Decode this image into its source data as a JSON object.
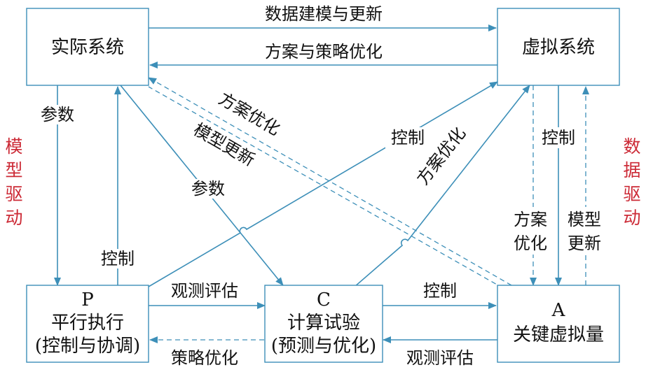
{
  "nodes": {
    "real": {
      "line1": "实际系统"
    },
    "virtual": {
      "line1": "虚拟系统"
    },
    "p": {
      "line1": "P",
      "line2": "平行执行",
      "line3": "(控制与协调)"
    },
    "c": {
      "line1": "C",
      "line2": "计算试验",
      "line3": "(预测与优化)"
    },
    "a": {
      "line1": "A",
      "line2": "关键虚拟量"
    }
  },
  "edges": {
    "real_to_virtual": "数据建模与更新",
    "virtual_to_real": "方案与策略优化",
    "real_to_p": "参数",
    "p_to_real": "控制",
    "real_to_c": "参数",
    "p_to_virtual": "控制",
    "c_to_virtual": "方案优化",
    "virtual_to_a": "控制",
    "a_to_real_1": "方案优化",
    "a_to_real_2": "模型更新",
    "virtual_to_a_dashed": [
      "方案",
      "优化"
    ],
    "a_to_virtual_dashed": [
      "模型",
      "更新"
    ],
    "p_to_c": "观测评估",
    "c_to_p": "策略优化",
    "c_to_a": "控制",
    "a_to_c": "观测评估"
  },
  "side_labels": {
    "left": [
      "模",
      "型",
      "驱",
      "动"
    ],
    "right": [
      "数",
      "据",
      "驱",
      "动"
    ]
  },
  "colors": {
    "line": "#3d8fb8",
    "side_text": "#cc2a36",
    "text": "#111111"
  }
}
